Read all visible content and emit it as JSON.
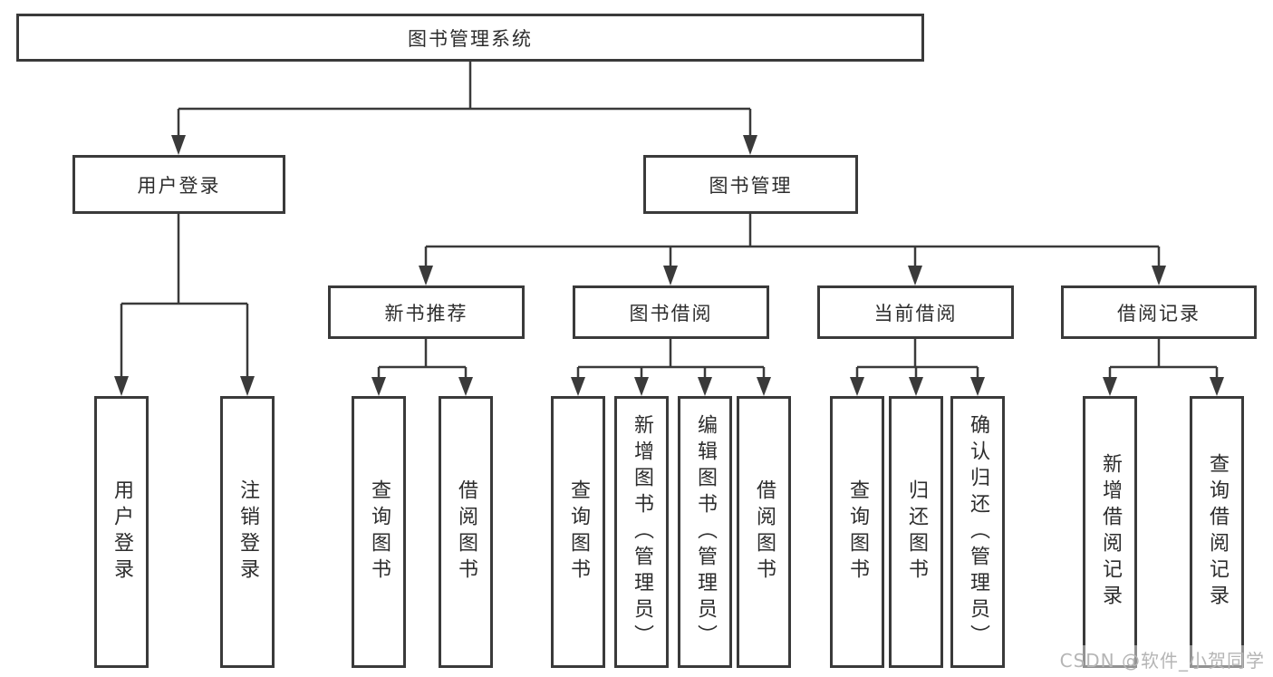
{
  "diagram": {
    "root": {
      "label": "图书管理系统"
    },
    "children": [
      {
        "label": "用户登录",
        "children": [
          {
            "label": "用户登录"
          },
          {
            "label": "注销登录"
          }
        ]
      },
      {
        "label": "图书管理",
        "children": [
          {
            "label": "新书推荐",
            "children": [
              {
                "label": "查询图书"
              },
              {
                "label": "借阅图书"
              }
            ]
          },
          {
            "label": "图书借阅",
            "children": [
              {
                "label": "查询图书"
              },
              {
                "label": "新增图书（管理员）"
              },
              {
                "label": "编辑图书（管理员）"
              },
              {
                "label": "借阅图书"
              }
            ]
          },
          {
            "label": "当前借阅",
            "children": [
              {
                "label": "查询图书"
              },
              {
                "label": "归还图书"
              },
              {
                "label": "确认归还（管理员）"
              }
            ]
          },
          {
            "label": "借阅记录",
            "children": [
              {
                "label": "新增借阅记录"
              },
              {
                "label": "查询借阅记录"
              }
            ]
          }
        ]
      }
    ]
  },
  "watermark": {
    "text": "CSDN @软件_小贺同学"
  },
  "colors": {
    "background": "#ffffff",
    "line": "#3a3a3a",
    "box_border": "#3a3a3a",
    "text": "#2d2d2d",
    "watermark_text": "#b5b5b5"
  }
}
